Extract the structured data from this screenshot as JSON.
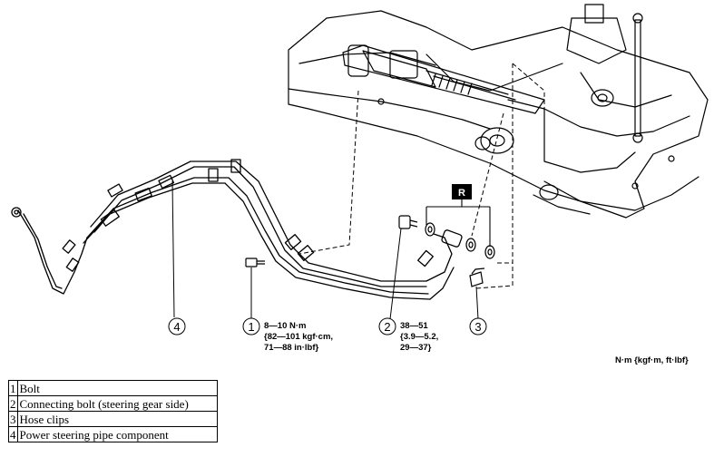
{
  "callouts": {
    "c1": "1",
    "c2": "2",
    "c3": "3",
    "c4": "4"
  },
  "marker_r": "R",
  "torque_1": {
    "line1": "8—10 N·m",
    "line2": "{82—101 kgf·cm,",
    "line3": "71—88 in·lbf}"
  },
  "torque_2": {
    "line1": "38—51",
    "line2": "{3.9—5.2,",
    "line3": "29—37}"
  },
  "units_note": "N·m  {kgf·m, ft·lbf}",
  "legend": [
    {
      "num": "1",
      "label": "Bolt"
    },
    {
      "num": "2",
      "label": "Connecting bolt (steering gear side)"
    },
    {
      "num": "3",
      "label": "Hose clips"
    },
    {
      "num": "4",
      "label": "Power steering pipe component"
    }
  ]
}
